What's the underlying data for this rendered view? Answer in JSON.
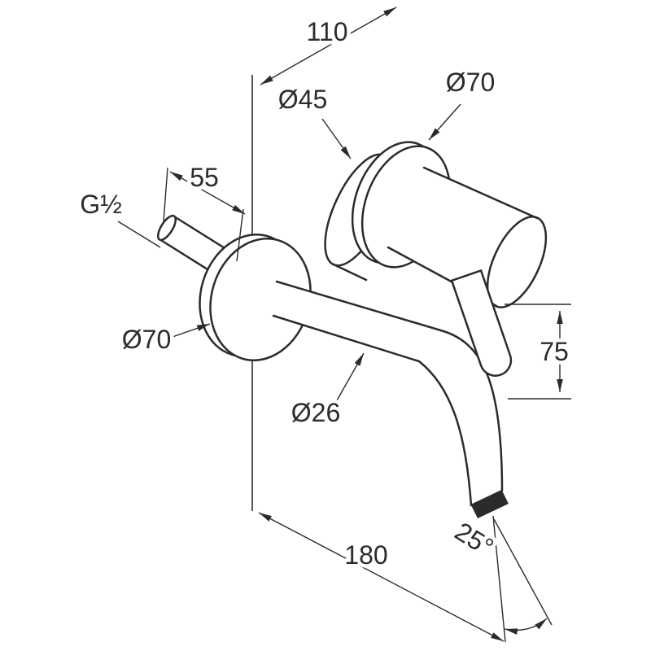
{
  "drawing": {
    "description": "technical line drawing of a wall-mounted basin mixer tap with dimensions",
    "colors": {
      "ink": "#2b2b2b",
      "background": "#ffffff"
    },
    "labels": {
      "dim_110": "110",
      "dia_45": "Ø45",
      "dia_70_top": "Ø70",
      "dim_55": "55",
      "thread_g12": "G½",
      "dia_70_left": "Ø70",
      "dim_75": "75",
      "dia_26": "Ø26",
      "dim_180": "180",
      "angle_25": "25°"
    }
  }
}
